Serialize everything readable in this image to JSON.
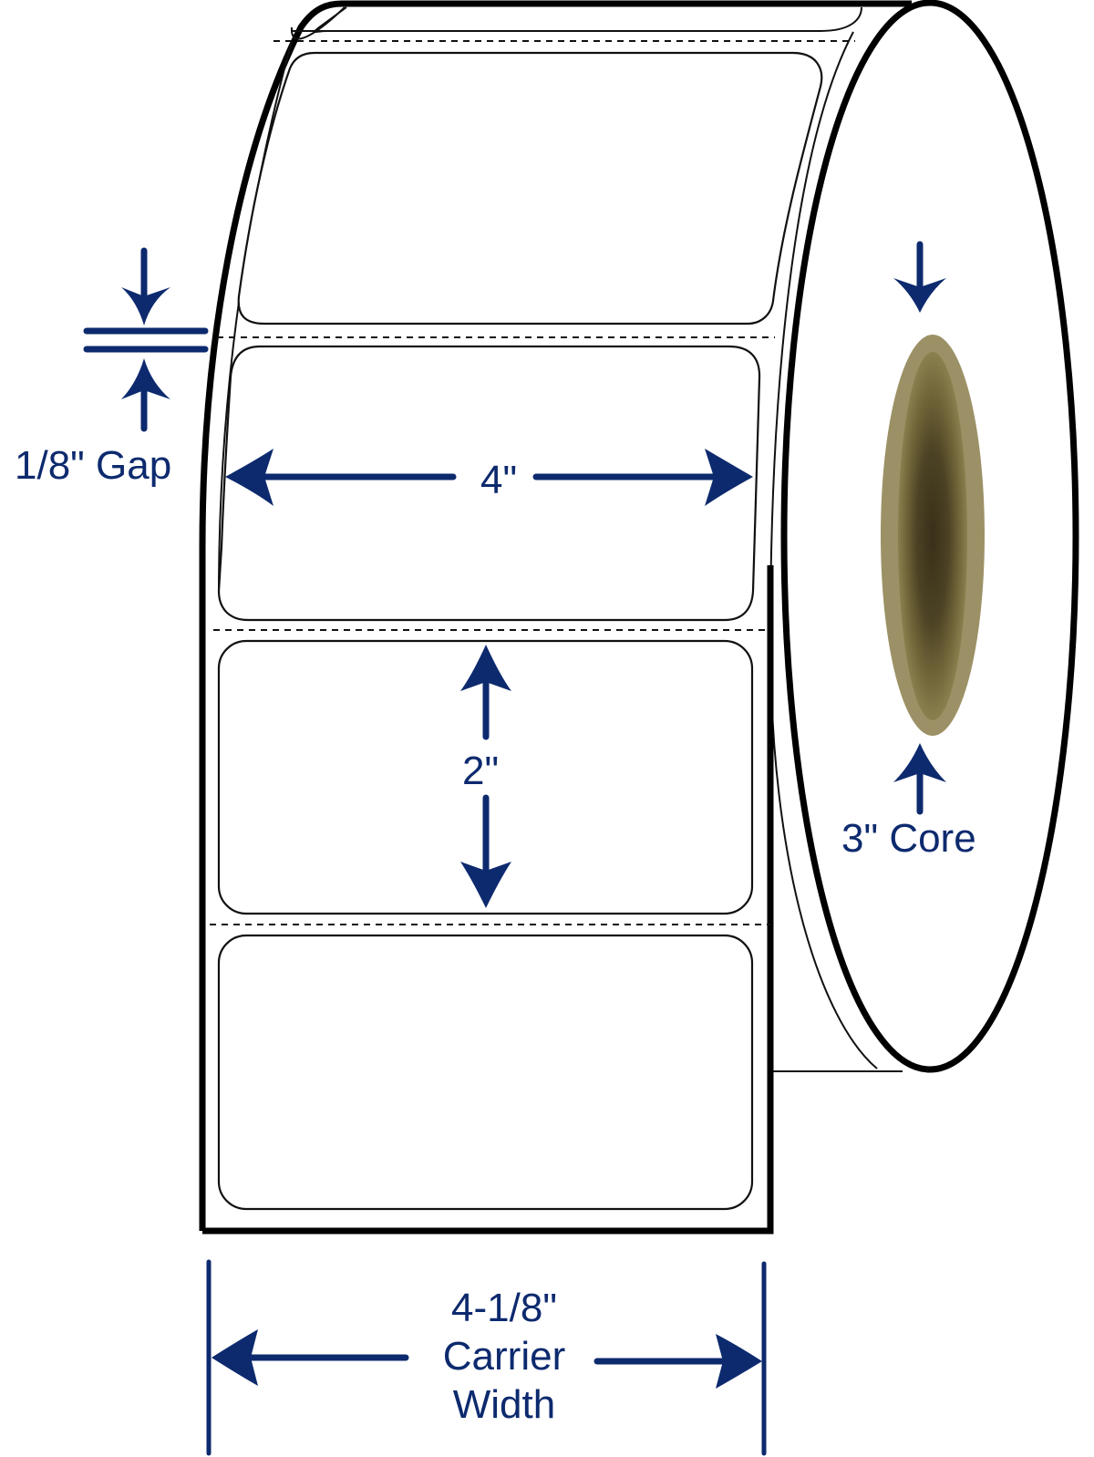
{
  "diagram": {
    "subject": "Label roll",
    "colors": {
      "dimension": "#0d2a6e",
      "outline": "#000000",
      "core_outer": "#9c9166",
      "core_inner_dark": "#3a3019"
    },
    "dimensions": {
      "gap": {
        "value": "1/8\"",
        "label": "Gap",
        "text": "1/8\" Gap"
      },
      "label_width": {
        "text": "4\""
      },
      "label_height": {
        "text": "2\""
      },
      "core": {
        "value": "3\"",
        "label": "Core",
        "text": "3\" Core"
      },
      "carrier_width": {
        "value": "4-1/8\"",
        "line2": "Carrier",
        "line3": "Width"
      }
    },
    "labels_visible": 4
  }
}
